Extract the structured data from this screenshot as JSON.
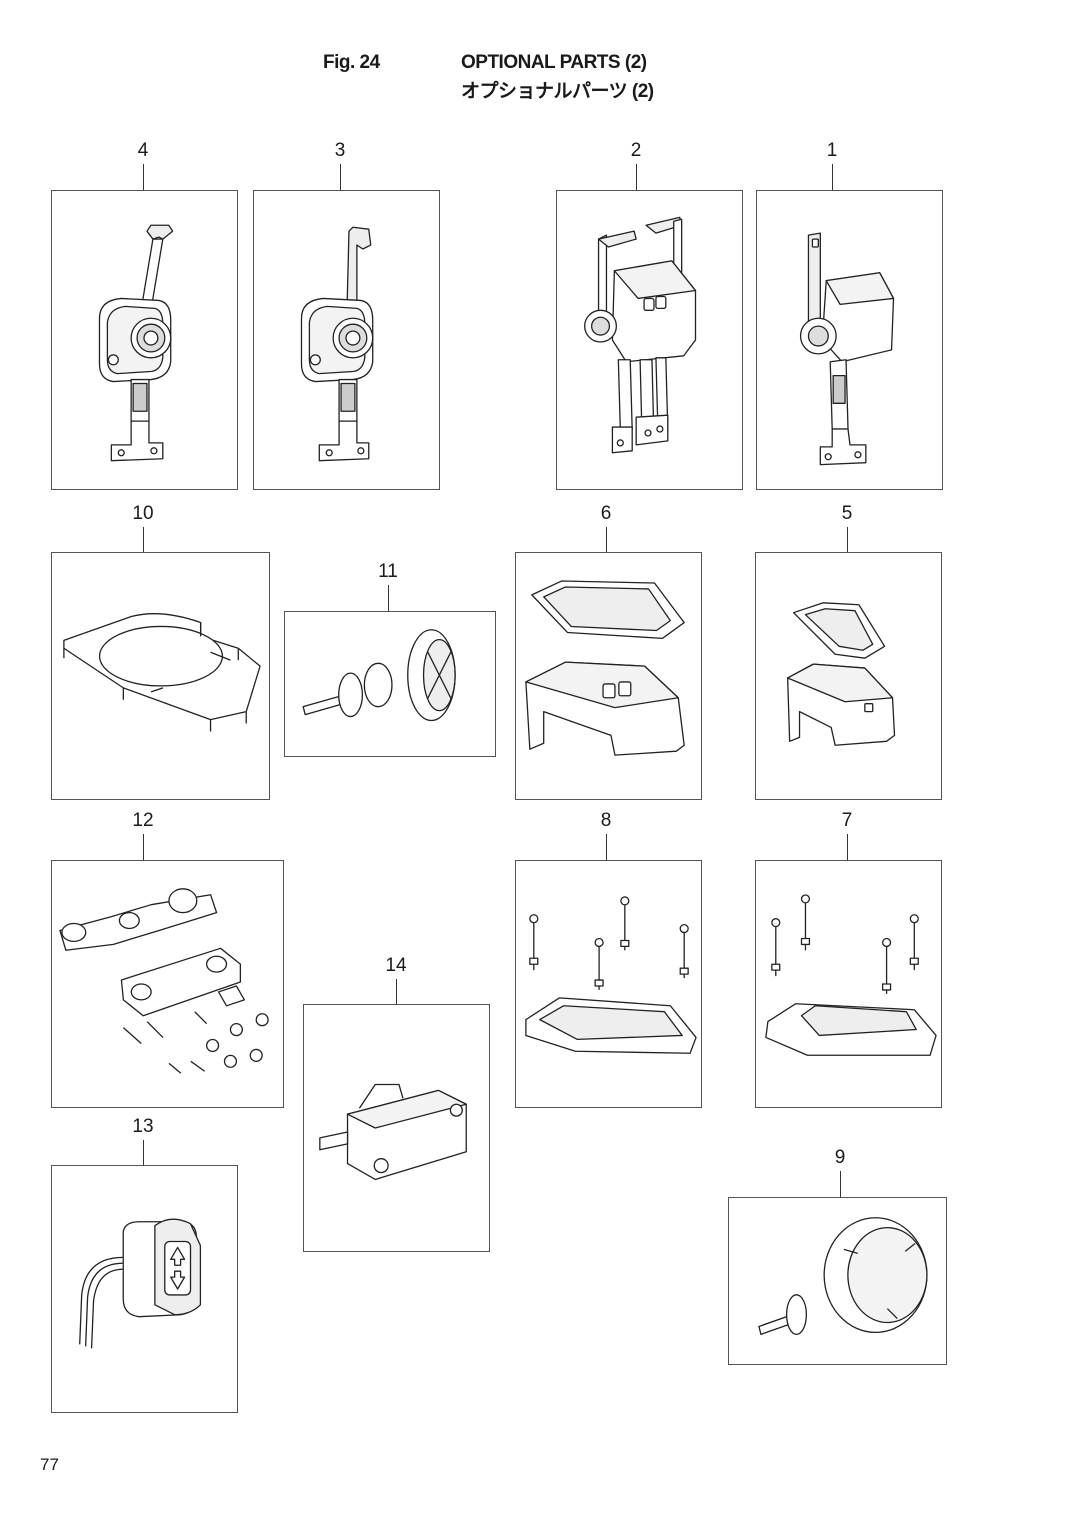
{
  "header": {
    "fig_label": "Fig. 24",
    "title_en": "OPTIONAL PARTS (2)",
    "title_jp": "オプショナルパーツ (2)"
  },
  "parts": [
    {
      "number": "4",
      "depicts": "single-lever-side-mount-remote-control"
    },
    {
      "number": "3",
      "depicts": "single-lever-side-mount-remote-control-short-handle"
    },
    {
      "number": "2",
      "depicts": "dual-lever-top-mount-remote-control"
    },
    {
      "number": "1",
      "depicts": "single-lever-top-mount-remote-control"
    },
    {
      "number": "10",
      "depicts": "cover-plate"
    },
    {
      "number": "11",
      "depicts": "knob-and-cap"
    },
    {
      "number": "6",
      "depicts": "dual-housing-and-trim-plate"
    },
    {
      "number": "5",
      "depicts": "single-housing-and-trim-plate"
    },
    {
      "number": "12",
      "depicts": "cable-bracket-kit"
    },
    {
      "number": "8",
      "depicts": "mounting-base-and-bolts-dual"
    },
    {
      "number": "7",
      "depicts": "mounting-base-and-bolts-single"
    },
    {
      "number": "14",
      "depicts": "micro-switch"
    },
    {
      "number": "13",
      "depicts": "trim-switch"
    },
    {
      "number": "9",
      "depicts": "cap-and-knob-ring"
    }
  ],
  "page_number": "77"
}
